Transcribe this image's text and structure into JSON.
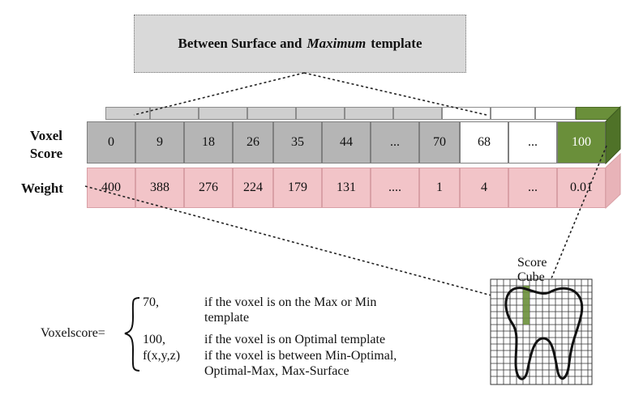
{
  "title": {
    "part1": "Between Surface and",
    "part2": "Maximum",
    "part3": "template"
  },
  "labels": {
    "voxel": "Voxel",
    "score": "Score",
    "weight": "Weight"
  },
  "scores": [
    "0",
    "9",
    "18",
    "26",
    "35",
    "44",
    "...",
    "70",
    "68",
    "...",
    "100"
  ],
  "weights": [
    "400",
    "388",
    "276",
    "224",
    "179",
    "131",
    "....",
    "1",
    "4",
    "...",
    "0.01"
  ],
  "score_cube_label": {
    "line1": "Score",
    "line2": "Cube"
  },
  "formula": {
    "lhs": "Voxelscore=",
    "cases": [
      {
        "value": "70,",
        "condition_line1": "if the voxel is on the Max or Min",
        "condition_line2": "template"
      },
      {
        "value": "100,",
        "condition_line1": "if the voxel is on Optimal template",
        "condition_line2": ""
      },
      {
        "value": "f(x,y,z)",
        "condition_line1": "if the voxel is between Min-Optimal,",
        "condition_line2": "Optimal-Max, Max-Surface"
      }
    ]
  },
  "colors": {
    "gray": "#b5b5b5",
    "green": "#6a8f3a",
    "pink": "#f2c4c8",
    "title_bg": "#d9d9d9"
  }
}
